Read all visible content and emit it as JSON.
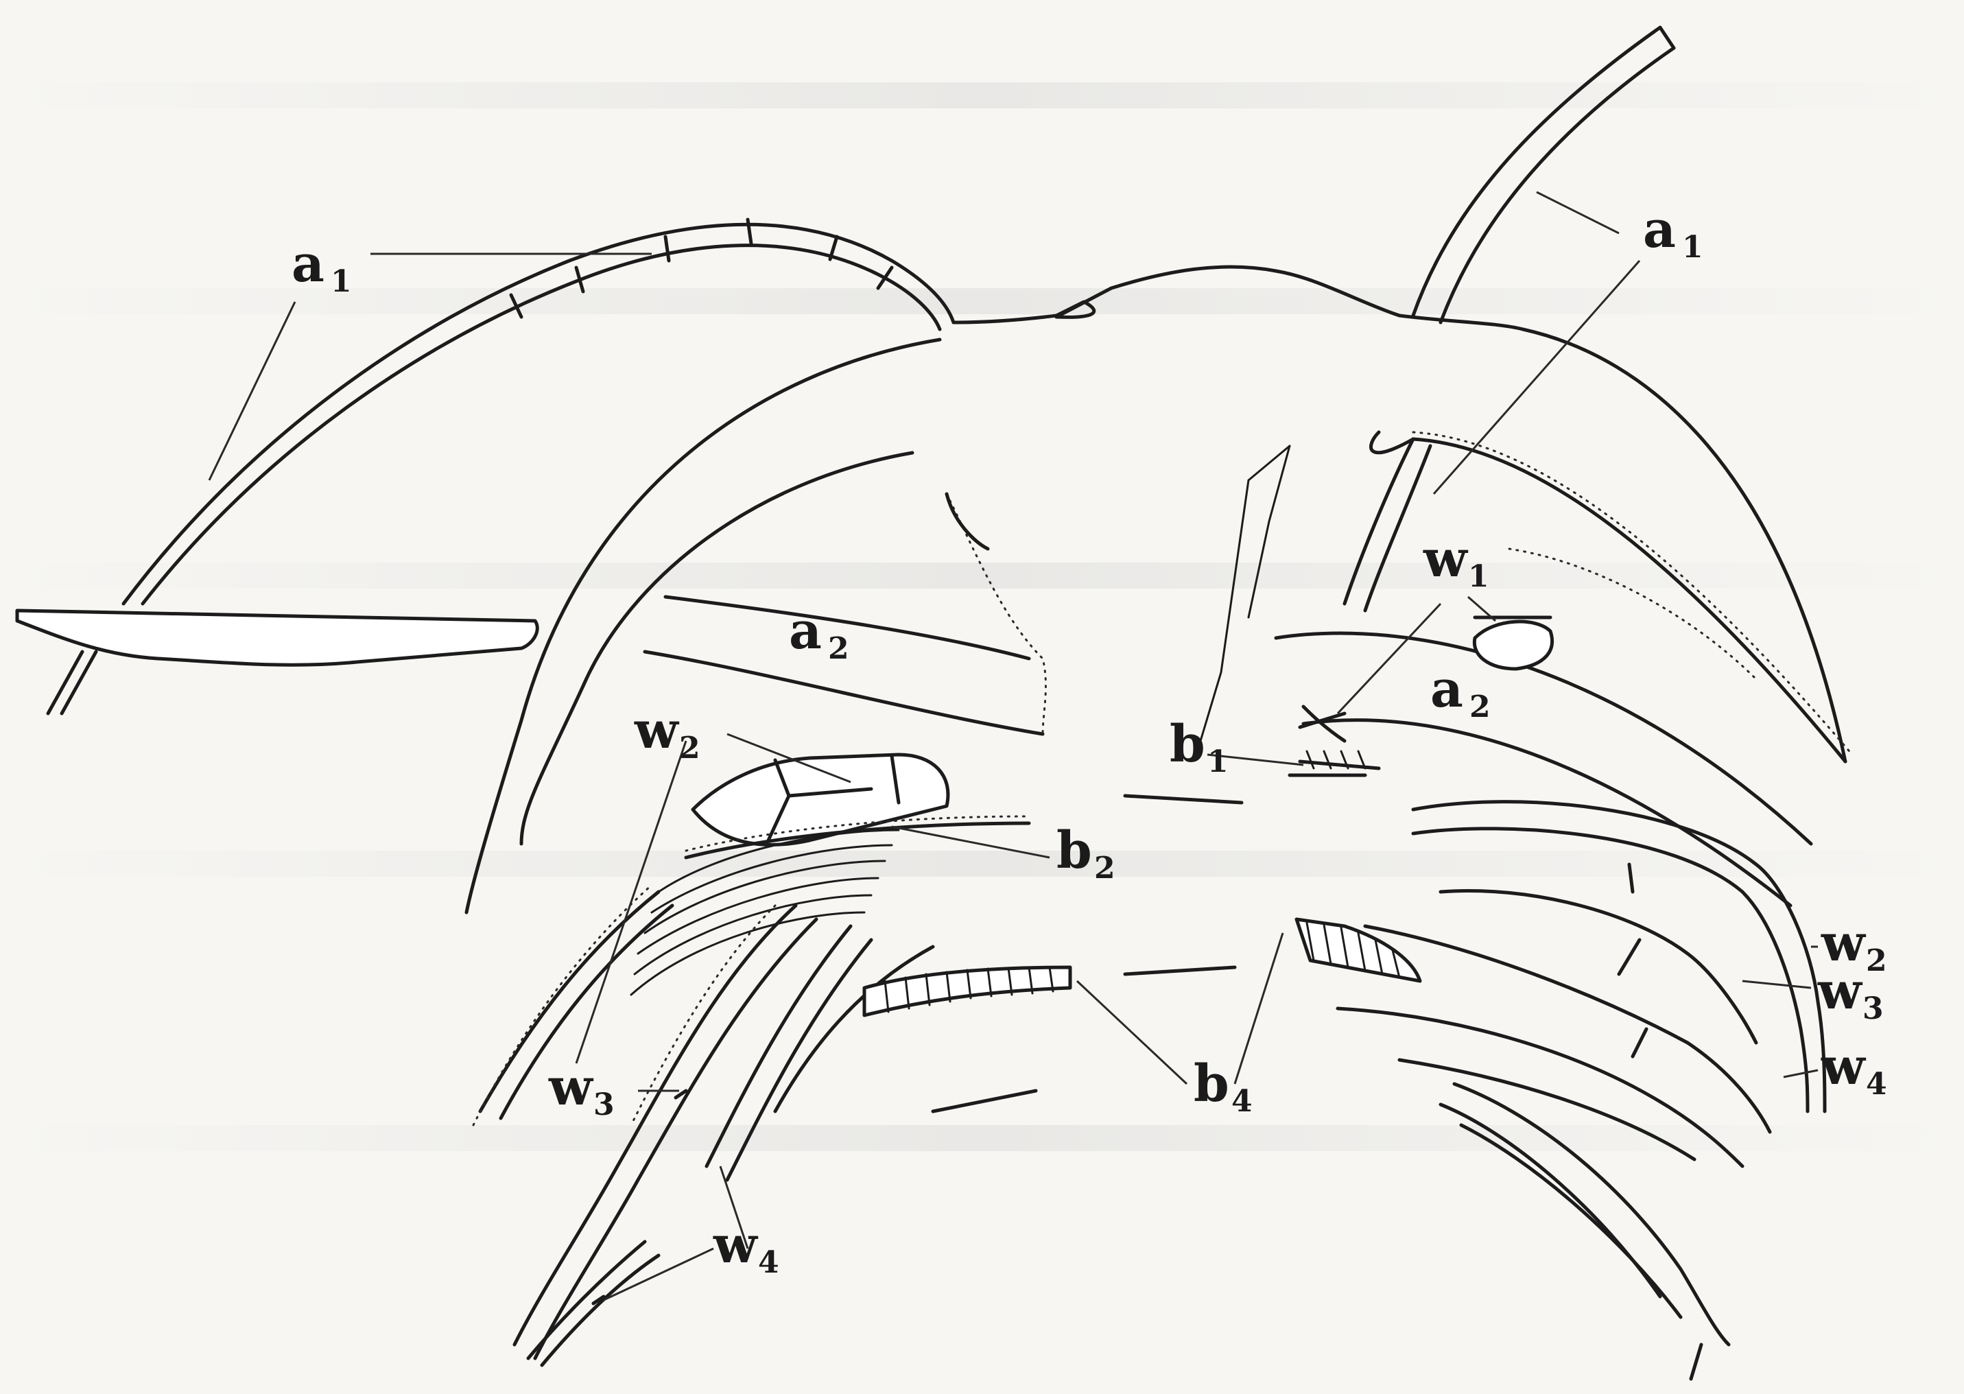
{
  "labels": {
    "a1_left": {
      "letter": "a",
      "sub": "1"
    },
    "a1_right": {
      "letter": "a",
      "sub": "1"
    },
    "a2_left": {
      "letter": "a",
      "sub": "2"
    },
    "a2_right": {
      "letter": "a",
      "sub": "2"
    },
    "w1": {
      "letter": "w",
      "sub": "1"
    },
    "w2_left": {
      "letter": "w",
      "sub": "2"
    },
    "w2_right": {
      "letter": "w",
      "sub": "2"
    },
    "w3_left": {
      "letter": "w",
      "sub": "3"
    },
    "w3_right": {
      "letter": "w",
      "sub": "3"
    },
    "w4_left": {
      "letter": "w",
      "sub": "4"
    },
    "w4_right": {
      "letter": "w",
      "sub": "4"
    },
    "b1": {
      "letter": "b",
      "sub": "1"
    },
    "b2": {
      "letter": "b",
      "sub": "2"
    },
    "b4": {
      "letter": "b",
      "sub": "4"
    }
  },
  "colors": {
    "ink": "#1c1c1c",
    "paper": "#f7f6f3"
  }
}
